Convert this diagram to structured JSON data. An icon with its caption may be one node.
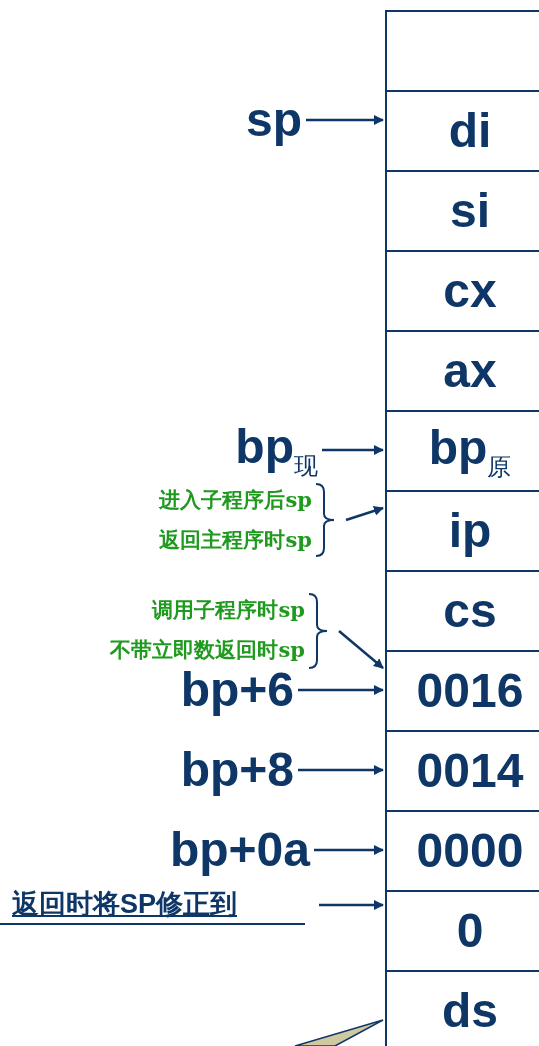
{
  "diagram": {
    "nodes": [
      {
        "text": [],
        "shape": "box"
      },
      {
        "text": [
          "di"
        ]
      },
      {
        "text": [
          "si"
        ]
      },
      {
        "text": [
          "cx"
        ]
      },
      {
        "text": [
          "ax"
        ]
      },
      {
        "text": [
          "bp$_{原}$"
        ]
      },
      {
        "text": [
          "ip"
        ]
      },
      {
        "text": [
          "cs"
        ]
      },
      {
        "text": [
          "0016"
        ]
      },
      {
        "text": [
          "0014"
        ]
      },
      {
        "text": [
          "0000"
        ]
      },
      {
        "text": [
          "0"
        ]
      },
      {
        "text": [
          "ds"
        ]
      },
      {
        "text": [
          "sp"
        ]
      },
      {
        "text": [
          "bp$_{现}$"
        ]
      },
      {
        "text": [
          "进入子程序后sp",
          "返回主程序时sp"
        ]
      },
      {
        "text": [
          "调用子程序时sp",
          "不带立即数返回时sp"
        ]
      },
      {
        "text": [
          "bp+6"
        ]
      },
      {
        "text": [
          "bp+8"
        ]
      },
      {
        "text": [
          "bp+0a"
        ]
      },
      {
        "text": [
          "返回时将SP修正到"
        ]
      },
      {
        "text": [],
        "shape": "callout"
      }
    ],
    "edges": [
      {
        "from": 13,
        "to": 1,
        "arrow": "to"
      },
      {
        "from": 14,
        "to": 5,
        "arrow": "to"
      },
      {
        "from": 15,
        "to": 6,
        "arrow": "to"
      },
      {
        "from": 16,
        "to": 8,
        "arrow": "to"
      },
      {
        "from": 17,
        "to": 8,
        "arrow": "to"
      },
      {
        "from": 18,
        "to": 9,
        "arrow": "to"
      },
      {
        "from": 19,
        "to": 10,
        "arrow": "to"
      },
      {
        "from": 20,
        "to": 11,
        "arrow": "to"
      }
    ]
  }
}
